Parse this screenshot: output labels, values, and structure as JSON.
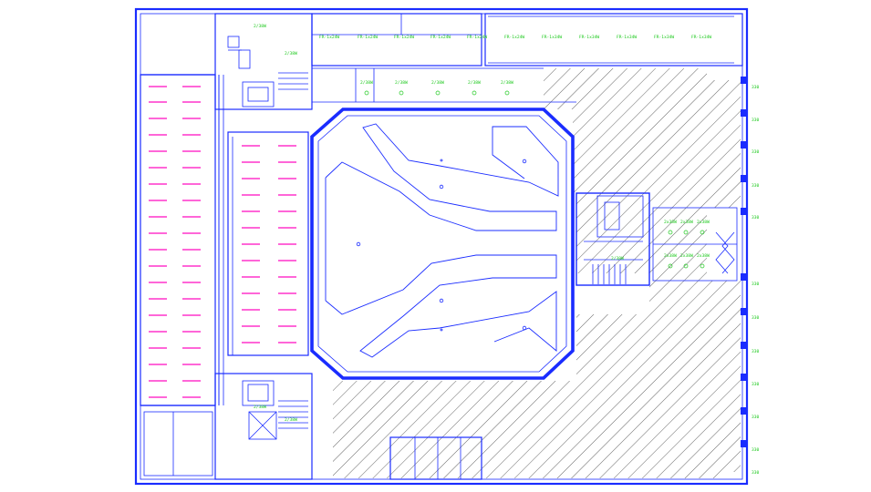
{
  "drawing": {
    "colors": {
      "background": "#ffffff",
      "walls": "#1a2cff",
      "fixture_labels": "#19c819",
      "fixtures": "#ff33cc",
      "hatch": "#222222"
    },
    "top_strip_labels": [
      "FR-1x24W",
      "FR-1x24W",
      "FR-1x24W",
      "FR-1x24W",
      "FR-1x24W",
      "FR-1x24W",
      "FR-1x34W",
      "FR-1x34W",
      "FR-1x34W",
      "FR-1x34W",
      "FR-1x34W"
    ],
    "upper_room_labels": [
      "2/38W",
      "2/38W",
      "2/38W",
      "2/38W",
      "2/38W"
    ],
    "core_labels": [
      "2x38W",
      "2x38W",
      "2x38W",
      "2x38W",
      "2x38W",
      "2x38W"
    ],
    "stair_labels": [
      "2/38W",
      "2/38W"
    ],
    "lobby_label": "2/38W",
    "right_edge_labels": [
      "330",
      "330",
      "330",
      "330",
      "330",
      "330",
      "330",
      "330",
      "330",
      "330",
      "330",
      "330"
    ],
    "left_room_labels": [
      "2/38W",
      "2/38W"
    ]
  }
}
